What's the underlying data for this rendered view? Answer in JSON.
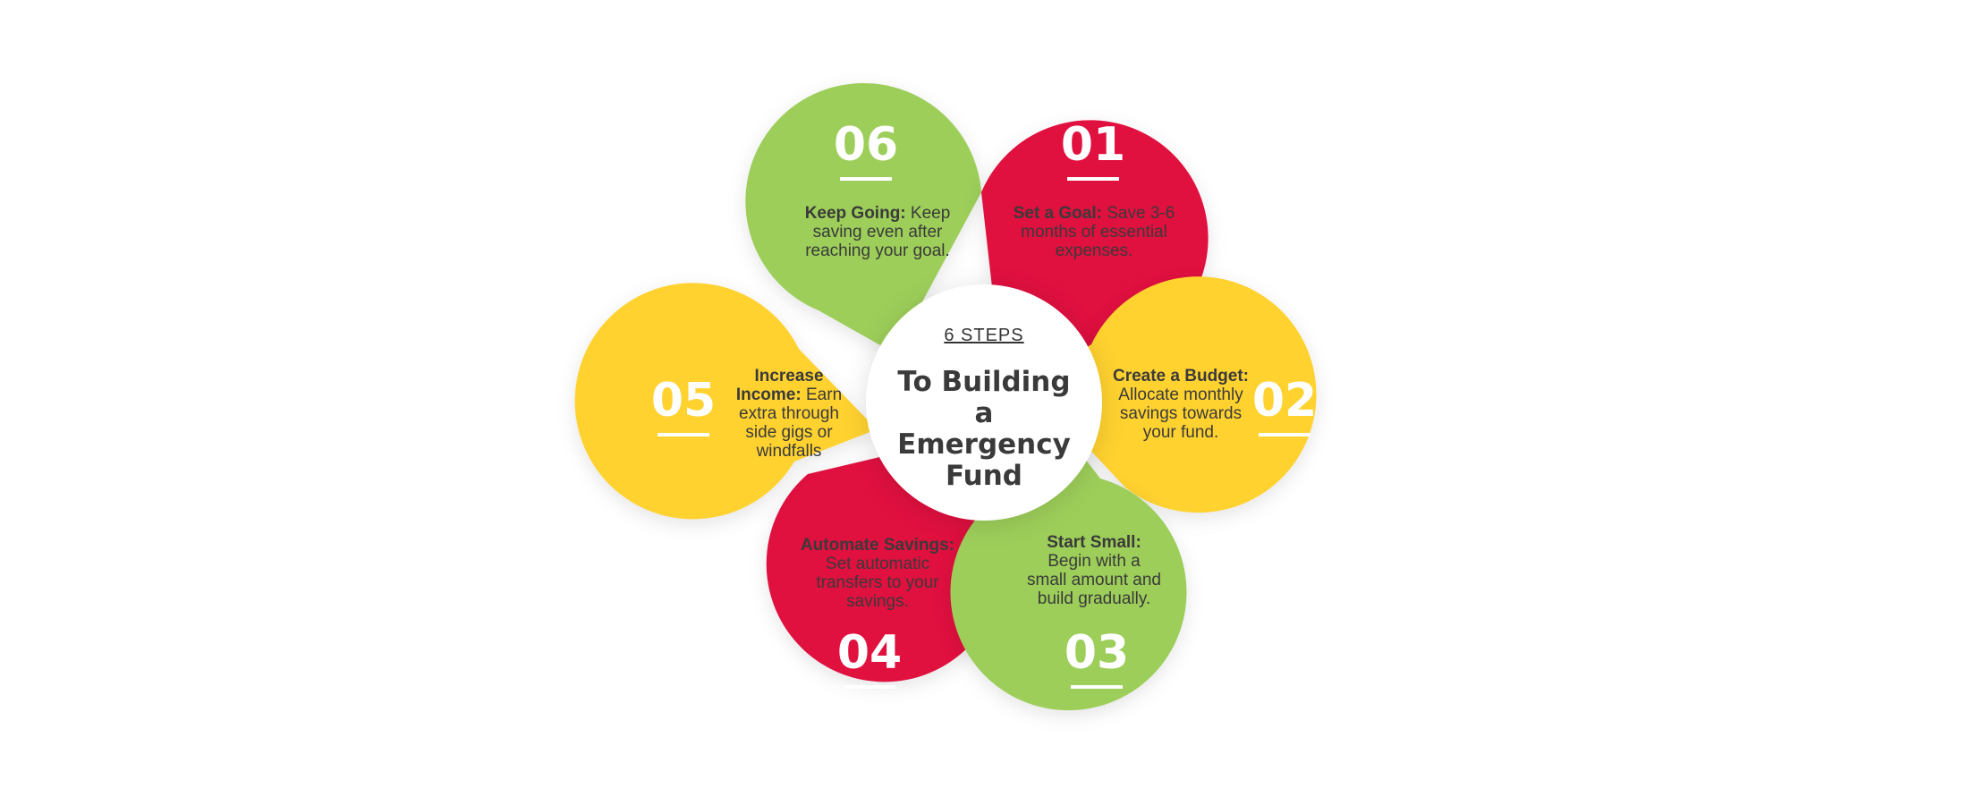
{
  "colors": {
    "red": "#E0103F",
    "yellow": "#FFD230",
    "green": "#9DCE5A",
    "center": "#FFFFFF",
    "text": "#3A3A3A"
  },
  "center": {
    "kicker": "6 STEPS",
    "title_line1": "To Building",
    "title_line2": "a Emergency",
    "title_line3": "Fund"
  },
  "steps": [
    {
      "number": "01",
      "color": "red",
      "title": "Set a Goal:",
      "line1": "Save 3-6",
      "line2": "months of essential",
      "line3": "expenses."
    },
    {
      "number": "02",
      "color": "yellow",
      "title": "Create a Budget:",
      "line1": "Allocate monthly",
      "line2": "savings towards",
      "line3": "your fund."
    },
    {
      "number": "03",
      "color": "green",
      "title": "Start Small:",
      "line1": "Begin with a",
      "line2": "small amount and",
      "line3": "build gradually."
    },
    {
      "number": "04",
      "color": "red",
      "title": "Automate Savings:",
      "line1": "Set automatic",
      "line2": "transfers to your",
      "line3": "savings."
    },
    {
      "number": "05",
      "color": "yellow",
      "title_a": "Increase",
      "title_b": "Income:",
      "line1": "Earn",
      "line2": "extra through",
      "line3": "side gigs or",
      "line4": "windfalls"
    },
    {
      "number": "06",
      "color": "green",
      "title": "Keep Going:",
      "line1": "Keep",
      "line2": "saving even after",
      "line3": "reaching your goal."
    }
  ]
}
